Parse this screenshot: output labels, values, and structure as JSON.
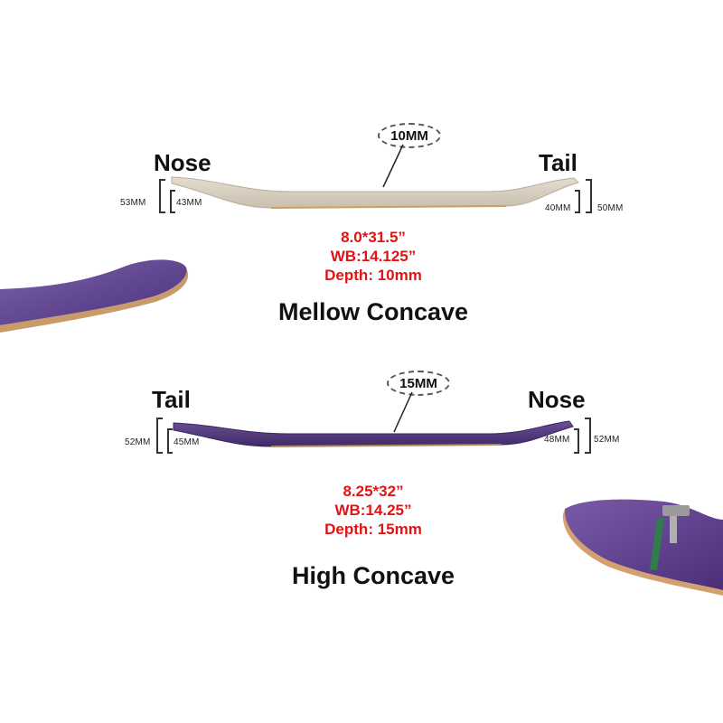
{
  "mellow": {
    "left_end": "Nose",
    "right_end": "Tail",
    "depth_callout": "10MM",
    "left_outer": "53MM",
    "left_inner": "43MM",
    "right_inner": "40MM",
    "right_outer": "50MM",
    "spec_size": "8.0*31.5”",
    "spec_wb": "WB:14.125”",
    "spec_depth": "Depth:  10mm",
    "title": "Mellow Concave"
  },
  "high": {
    "left_end": "Tail",
    "right_end": "Nose",
    "depth_callout": "15MM",
    "left_outer": "52MM",
    "left_inner": "45MM",
    "right_inner": "48MM",
    "right_outer": "52MM",
    "spec_size": "8.25*32”",
    "spec_wb": "WB:14.25”",
    "spec_depth": "Depth:  15mm",
    "title": "High Concave"
  },
  "colors": {
    "spec_text": "#e01414",
    "natural_wood": "#d9d1c2",
    "purple_deck": "#5a3d8a"
  }
}
